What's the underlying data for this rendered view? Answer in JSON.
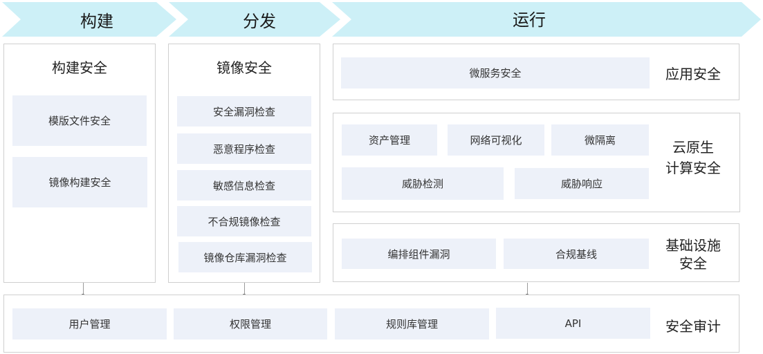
{
  "phases": [
    "构建",
    "分发",
    "运行"
  ],
  "colors": {
    "phase_fill": "#cdf0f7",
    "cell_fill": "#edf1f9",
    "border": "#cfcfcf"
  },
  "build": {
    "title": "构建安全",
    "items": [
      "模版文件安全",
      "镜像构建安全"
    ]
  },
  "distribute": {
    "title": "镜像安全",
    "items": [
      "安全漏洞检查",
      "恶意程序检查",
      "敏感信息检查",
      "不合规镜像检查",
      "镜像仓库漏洞检查"
    ]
  },
  "runtime": {
    "app": {
      "label": "应用安全",
      "items": [
        "微服务安全"
      ]
    },
    "cloud": {
      "label_line1": "云原生",
      "label_line2": "计算安全",
      "items": [
        "资产管理",
        "网络可视化",
        "微隔离",
        "威胁检测",
        "威胁响应"
      ]
    },
    "infra": {
      "label_line1": "基础设施",
      "label_line2": "安全",
      "items": [
        "编排组件漏洞",
        "合规基线"
      ]
    }
  },
  "audit": {
    "label": "安全审计",
    "items": [
      "用户管理",
      "权限管理",
      "规则库管理",
      "API"
    ]
  }
}
